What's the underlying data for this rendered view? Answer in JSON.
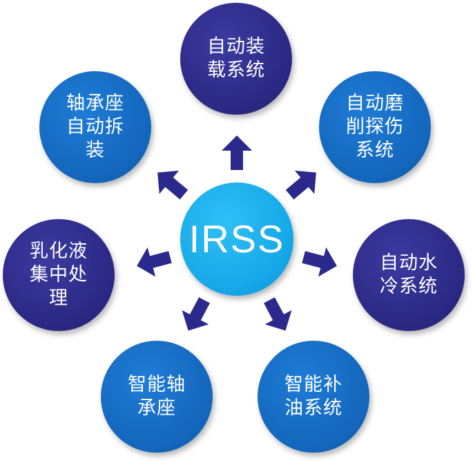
{
  "center": {
    "label": "IRSS"
  },
  "nodes": [
    {
      "id": "auto-loading",
      "lines": [
        "自动装",
        "载系统"
      ],
      "color": "#2a2882"
    },
    {
      "id": "auto-grinding",
      "lines": [
        "自动磨",
        "削探伤",
        "系统"
      ],
      "color": "#1366bb"
    },
    {
      "id": "auto-water-cooling",
      "lines": [
        "自动水",
        "冷系统"
      ],
      "color": "#2a2882"
    },
    {
      "id": "smart-oiling",
      "lines": [
        "智能补",
        "油系统"
      ],
      "color": "#1366bb"
    },
    {
      "id": "smart-bearing",
      "lines": [
        "智能轴",
        "承座"
      ],
      "color": "#1366bb"
    },
    {
      "id": "emulsion-processing",
      "lines": [
        "乳化液",
        "集中处",
        "理"
      ],
      "color": "#2a2882"
    },
    {
      "id": "bearing-auto-disassembly",
      "lines": [
        "轴承座",
        "自动拆",
        "装"
      ],
      "color": "#1366bb"
    }
  ],
  "colors": {
    "arrow": "#2b2a8c",
    "center": "#16a8e8"
  }
}
